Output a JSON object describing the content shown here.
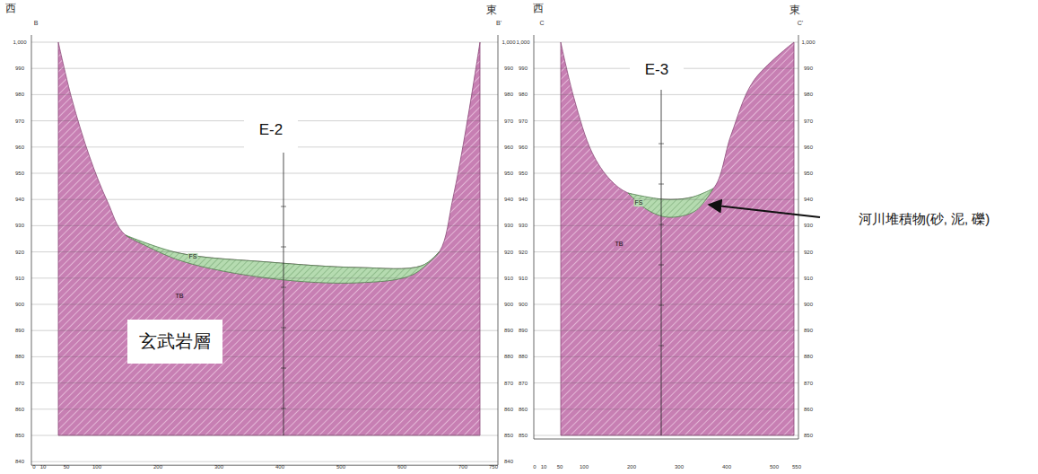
{
  "diagram": {
    "nodes": [
      {
        "text": [
          "E-2"
        ]
      },
      {
        "text": [
          "E-3"
        ]
      },
      {
        "text": [
          "玄武岩層"
        ]
      }
    ],
    "labels": [
      "西",
      "東",
      "B",
      "B'",
      "西",
      "東",
      "C",
      "C'",
      "1,000",
      "990",
      "980",
      "970",
      "960",
      "950",
      "940",
      "930",
      "920",
      "910",
      "900",
      "890",
      "880",
      "870",
      "860",
      "850",
      "840",
      "1,000",
      "990",
      "980",
      "970",
      "960",
      "950",
      "940",
      "930",
      "920",
      "910",
      "900",
      "890",
      "880",
      "870",
      "860",
      "850",
      "840",
      "0",
      "10",
      "50",
      "100",
      "200",
      "300",
      "400",
      "500",
      "600",
      "700",
      "750",
      "1,000",
      "990",
      "980",
      "970",
      "960",
      "950",
      "940",
      "930",
      "920",
      "910",
      "900",
      "890",
      "880",
      "870",
      "860",
      "850",
      "1,000",
      "990",
      "980",
      "970",
      "960",
      "950",
      "940",
      "930",
      "920",
      "910",
      "900",
      "890",
      "880",
      "870",
      "860",
      "850",
      "0",
      "10",
      "50",
      "100",
      "200",
      "300",
      "400",
      "500",
      "550",
      "FS",
      "TB",
      "FS",
      "TB",
      "河川堆積物(砂, 泥, 礫)"
    ]
  }
}
